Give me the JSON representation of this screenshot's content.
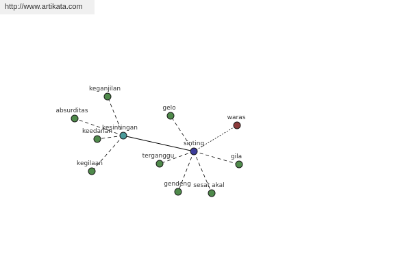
{
  "header": {
    "url_text": "http://www.artikata.com"
  },
  "colors": {
    "related": "#4f8a4b",
    "hub_primary": "#3c3c9a",
    "hub_secondary": "#4a9a9a",
    "antonym": "#8b3a3a",
    "edge": "#000000"
  },
  "graph": {
    "nodes": [
      {
        "id": "sinting",
        "label": "sinting",
        "kind": "hub_primary"
      },
      {
        "id": "kesintingan",
        "label": "kesintingan",
        "kind": "hub_secondary"
      },
      {
        "id": "keganjilan",
        "label": "keganjilan",
        "kind": "related"
      },
      {
        "id": "absurditas",
        "label": "absurditas",
        "kind": "related"
      },
      {
        "id": "keedanan",
        "label": "keedanan",
        "kind": "related"
      },
      {
        "id": "kegilaan",
        "label": "kegilaan",
        "kind": "related"
      },
      {
        "id": "gelo",
        "label": "gelo",
        "kind": "related"
      },
      {
        "id": "waras",
        "label": "waras",
        "kind": "antonym"
      },
      {
        "id": "terganggu",
        "label": "terganggu",
        "kind": "related"
      },
      {
        "id": "gila",
        "label": "gila",
        "kind": "related"
      },
      {
        "id": "gendeng",
        "label": "gendeng",
        "kind": "related"
      },
      {
        "id": "sesat-akal",
        "label": "sesat akal",
        "kind": "related"
      }
    ],
    "edges": [
      {
        "from": "sinting",
        "to": "kesintingan",
        "style": "solid"
      },
      {
        "from": "kesintingan",
        "to": "keganjilan",
        "style": "dashed"
      },
      {
        "from": "kesintingan",
        "to": "absurditas",
        "style": "dashed"
      },
      {
        "from": "kesintingan",
        "to": "keedanan",
        "style": "dashed"
      },
      {
        "from": "kesintingan",
        "to": "kegilaan",
        "style": "dashed"
      },
      {
        "from": "sinting",
        "to": "gelo",
        "style": "dashed"
      },
      {
        "from": "sinting",
        "to": "waras",
        "style": "dotted"
      },
      {
        "from": "sinting",
        "to": "terganggu",
        "style": "dashed"
      },
      {
        "from": "sinting",
        "to": "gila",
        "style": "dashed"
      },
      {
        "from": "sinting",
        "to": "gendeng",
        "style": "dashed"
      },
      {
        "from": "sinting",
        "to": "sesat-akal",
        "style": "dashed"
      }
    ]
  }
}
